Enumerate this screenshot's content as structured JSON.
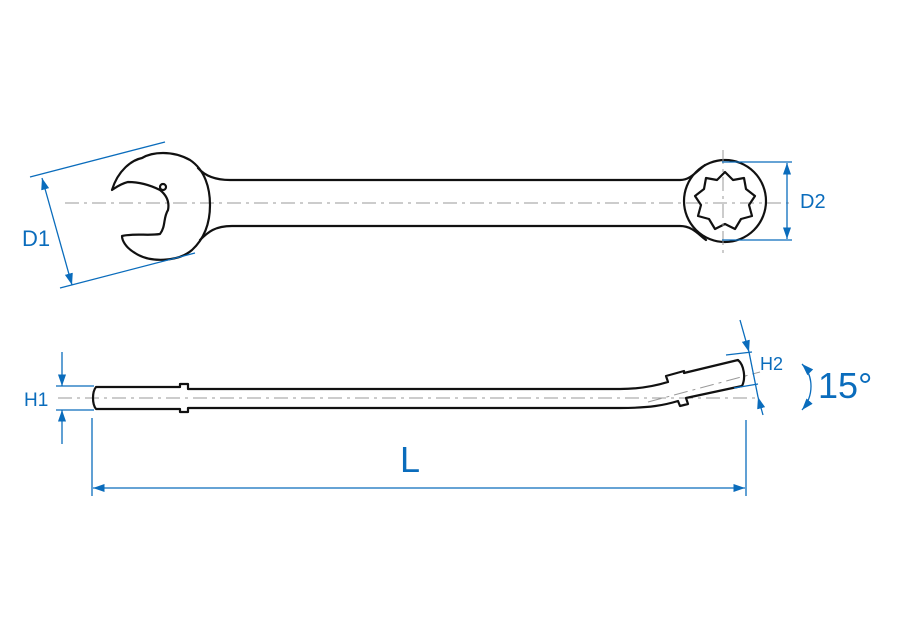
{
  "labels": {
    "d1": "D1",
    "d2": "D2",
    "h1": "H1",
    "h2": "H2",
    "length": "L",
    "angle": "15°"
  },
  "colors": {
    "dimension": "#0a6cbc",
    "outline": "#111111",
    "centerline": "#999999"
  }
}
